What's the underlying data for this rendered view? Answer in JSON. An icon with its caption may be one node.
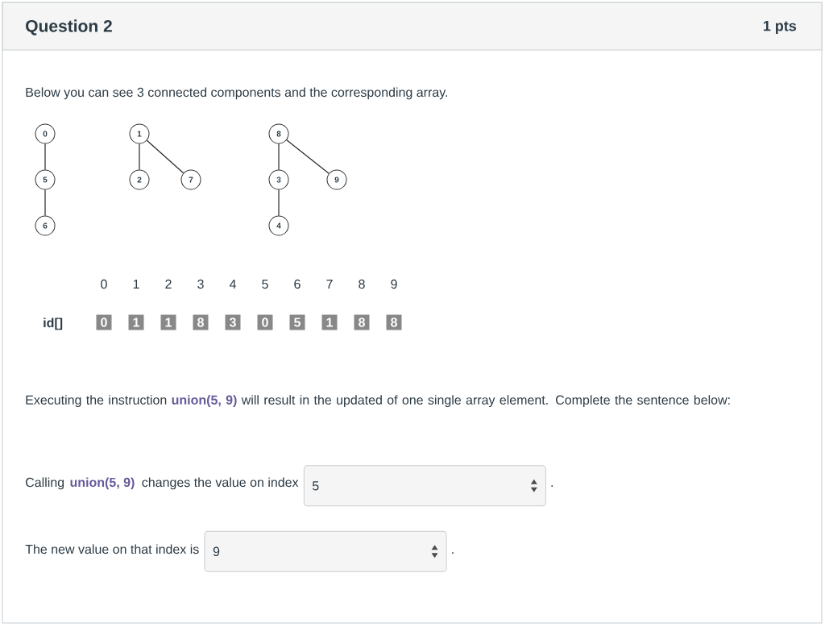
{
  "diagram": {
    "title": "Question 2",
    "nodes": [
      {
        "text": [
          "0"
        ]
      },
      {
        "text": [
          "5"
        ]
      },
      {
        "text": [
          "6"
        ]
      },
      {
        "text": [
          "1"
        ]
      },
      {
        "text": [
          "2"
        ]
      },
      {
        "text": [
          "7"
        ]
      },
      {
        "text": [
          "8"
        ]
      },
      {
        "text": [
          "3"
        ]
      },
      {
        "text": [
          "9"
        ]
      },
      {
        "text": [
          "4"
        ]
      },
      {
        "text": [
          "5"
        ]
      },
      {
        "text": [
          "9"
        ]
      }
    ],
    "edges": [
      {
        "from": 0,
        "to": 1,
        "arrow": "none"
      },
      {
        "from": 1,
        "to": 2,
        "arrow": "none"
      },
      {
        "from": 3,
        "to": 4,
        "arrow": "none"
      },
      {
        "from": 3,
        "to": 5,
        "arrow": "none"
      },
      {
        "from": 6,
        "to": 7,
        "arrow": "none"
      },
      {
        "from": 6,
        "to": 8,
        "arrow": "none"
      },
      {
        "from": 7,
        "to": 9,
        "arrow": "none"
      }
    ],
    "labels": [
      "1 pts",
      "Below you can see 3 connected components and the corresponding array.",
      "0",
      "1",
      "2",
      "3",
      "4",
      "5",
      "6",
      "7",
      "8",
      "9",
      "id[]",
      "0",
      "1",
      "1",
      "8",
      "3",
      "0",
      "5",
      "1",
      "8",
      "8",
      "Executing the instruction",
      "union(5, 9)",
      "will result in the updated of one single array element. Complete the sentence below:",
      "Calling",
      "union(5, 9)",
      "changes the value on index",
      ".",
      "The new value on that index is",
      "."
    ]
  }
}
